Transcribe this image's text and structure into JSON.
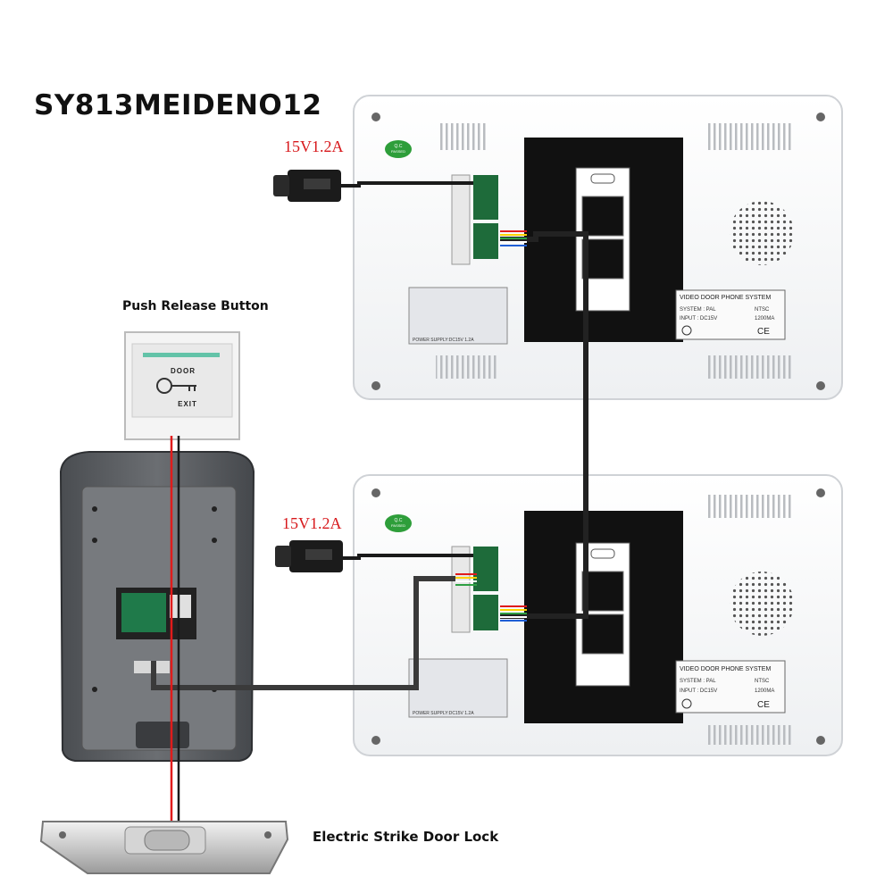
{
  "title": "SY813MEIDENO12",
  "labels": {
    "psu_top": "15V1.2A",
    "psu_bottom": "15V1.2A",
    "push_release": "Push Release Button",
    "strike_lock": "Electric Strike Door Lock"
  },
  "exit_button": {
    "line1": "DOOR",
    "line2": "EXIT"
  },
  "monitor": {
    "sticker_title": "VIDEO DOOR PHONE SYSTEM",
    "system_line": "SYSTEM : PAL",
    "ntsc": "NTSC",
    "input_line": "INPUT : DC15V",
    "current": "1200MA",
    "ce_mark": "CE",
    "qc_badge": "Q.C PASSED",
    "power_supply_line": "POWER SUPPLY:DC15V 1.2A"
  },
  "colors": {
    "wire_black": "#1a1a1a",
    "wire_red": "#e01b1b",
    "label_red": "#d7191c"
  }
}
